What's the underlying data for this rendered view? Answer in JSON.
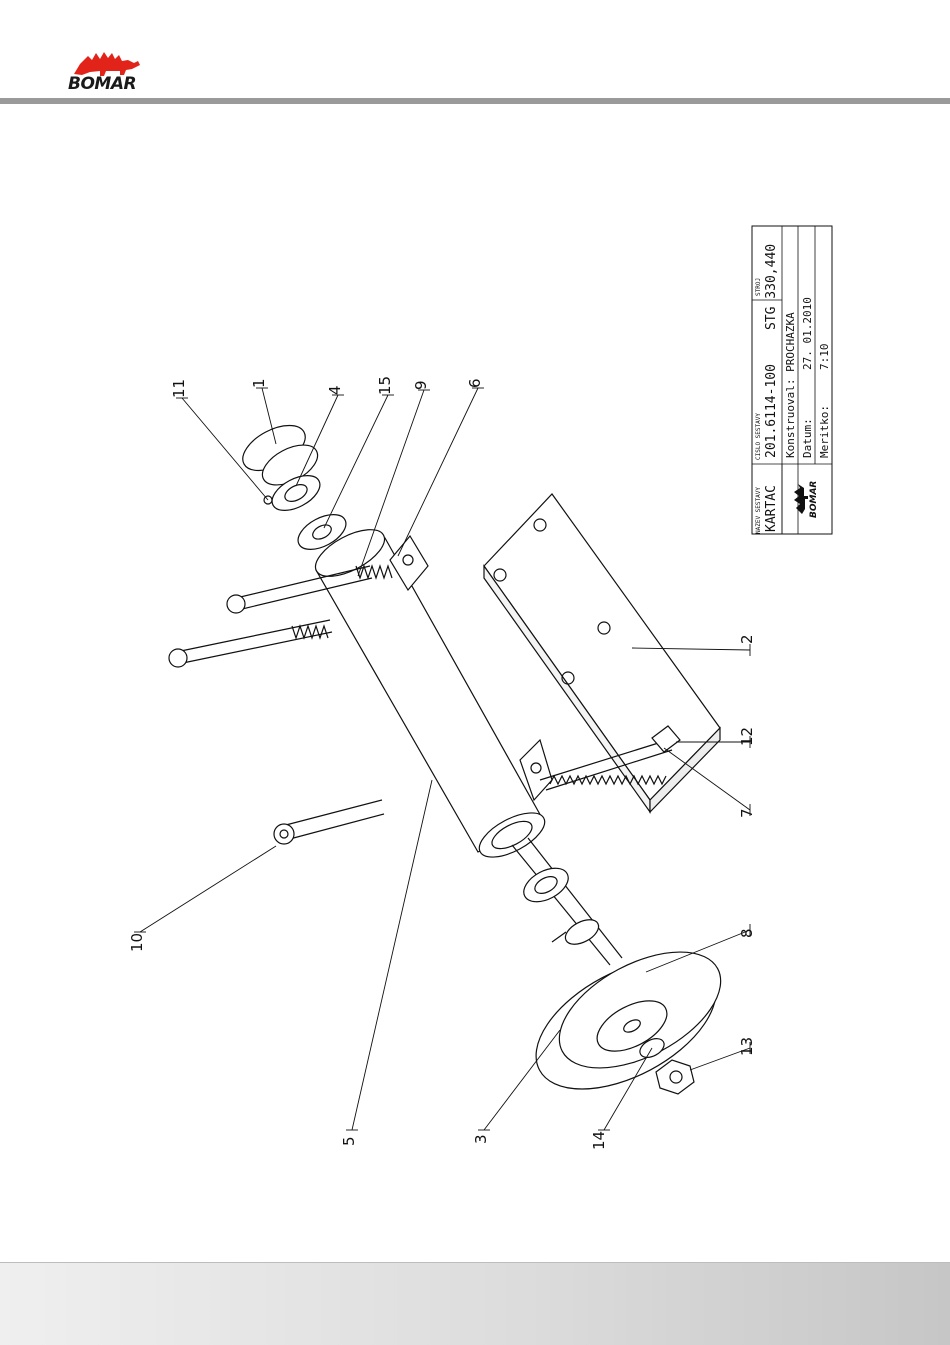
{
  "header": {
    "logo_text": "BOMAR"
  },
  "title_block": {
    "name_label": "NAZEV SESTAVY",
    "name_value": "KARTAC",
    "number_label": "CISLO SESTAVY",
    "number_value": "201.6114-100",
    "machine_label": "STROJ",
    "machine_value": "STG 330,440",
    "designer_value": "Konstruoval: PROCHAZKA",
    "date_label": "Datum:",
    "date_value": "27. 01.2010",
    "scale_label": "Meritko:",
    "scale_value": "7:10",
    "logo_text": "BOMAR"
  },
  "callouts": [
    "11",
    "1",
    "4",
    "15",
    "9",
    "6",
    "2",
    "12",
    "7",
    "8",
    "13",
    "14",
    "3",
    "5",
    "10"
  ]
}
